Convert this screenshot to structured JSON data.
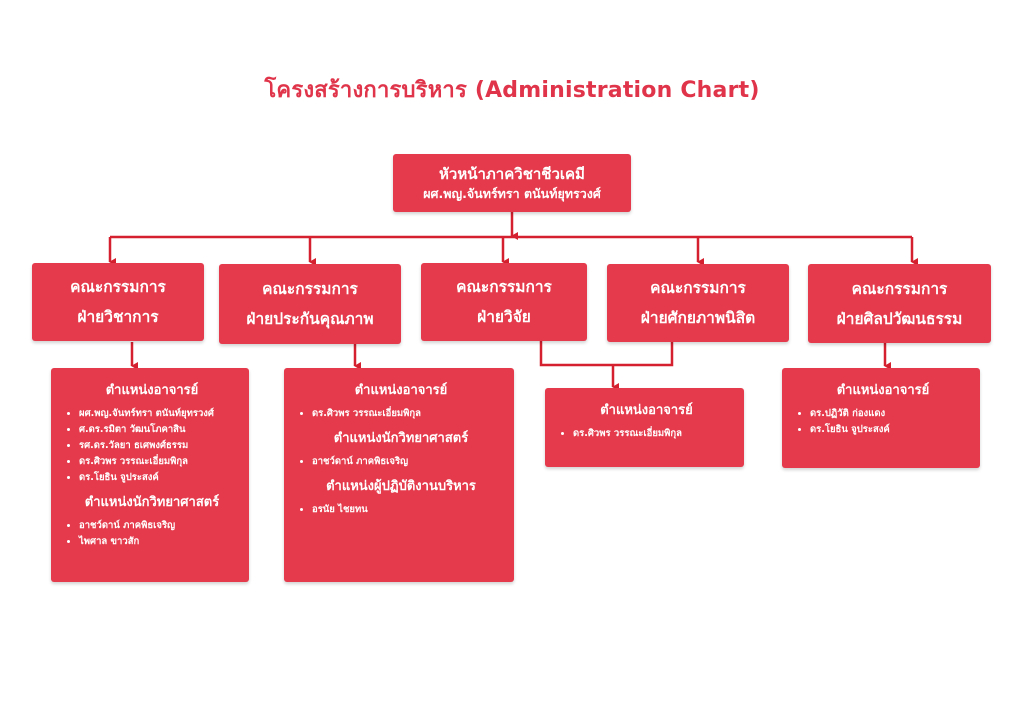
{
  "title": "โครงสร้างการบริหาร (Administration Chart)",
  "head": {
    "title": "หัวหน้าภาควิชาชีวเคมี",
    "name": "ผศ.พญ.จันทร์ทรา ตนันท์ยุทรวงศ์"
  },
  "departments": [
    {
      "line1": "คณะกรรมการ",
      "line2": "ฝ่ายวิชาการ"
    },
    {
      "line1": "คณะกรรมการ",
      "line2": "ฝ่ายประกันคุณภาพ"
    },
    {
      "line1": "คณะกรรมการ",
      "line2": "ฝ่ายวิจัย"
    },
    {
      "line1": "คณะกรรมการ",
      "line2": "ฝ่ายศักยภาพนิสิต"
    },
    {
      "line1": "คณะกรรมการ",
      "line2": "ฝ่ายศิลปวัฒนธรรม"
    }
  ],
  "cards": [
    {
      "sections": [
        {
          "title": "ตำแหน่งอาจารย์",
          "members": [
            "ผศ.พญ.จันทร์ทรา ตนันท์ยุทรวงศ์",
            "ศ.ดร.รมิตา วัฒนโภคาสิน",
            "รศ.ดร.วัลยา ธเศพงศ์ธรรม",
            "ดร.ศิวพร วรรณะเอี่ยมพิกุล",
            "ดร.โยธิน จูประสงค์"
          ]
        },
        {
          "title": "ตำแหน่งนักวิทยาศาสตร์",
          "members": [
            "อาชว์ดาน์ ภาคพิธเจริญ",
            "ไพศาล ขาวสัก"
          ]
        }
      ]
    },
    {
      "sections": [
        {
          "title": "ตำแหน่งอาจารย์",
          "members": [
            "ดร.ศิวพร วรรณะเอี่ยมพิกุล"
          ]
        },
        {
          "title": "ตำแหน่งนักวิทยาศาสตร์",
          "members": [
            "อาชว์ดาน์ ภาคพิธเจริญ"
          ]
        },
        {
          "title": "ตำแหน่งผู้ปฏิบัติงานบริหาร",
          "members": [
            "อรนัย ไชยทน"
          ]
        }
      ]
    },
    {
      "sections": [
        {
          "title": "ตำแหน่งอาจารย์",
          "members": [
            "ดร.ศิวพร วรรณะเอี่ยมพิกุล"
          ]
        }
      ]
    },
    {
      "sections": [
        {
          "title": "ตำแหน่งอาจารย์",
          "members": [
            "ดร.ปฏิวัติ ก่องแดง",
            "ดร.โยธิน จูประสงค์"
          ]
        }
      ]
    }
  ],
  "colors": {
    "accent": "#e43a4b",
    "title": "#e0344a",
    "connector": "#d4202f"
  }
}
